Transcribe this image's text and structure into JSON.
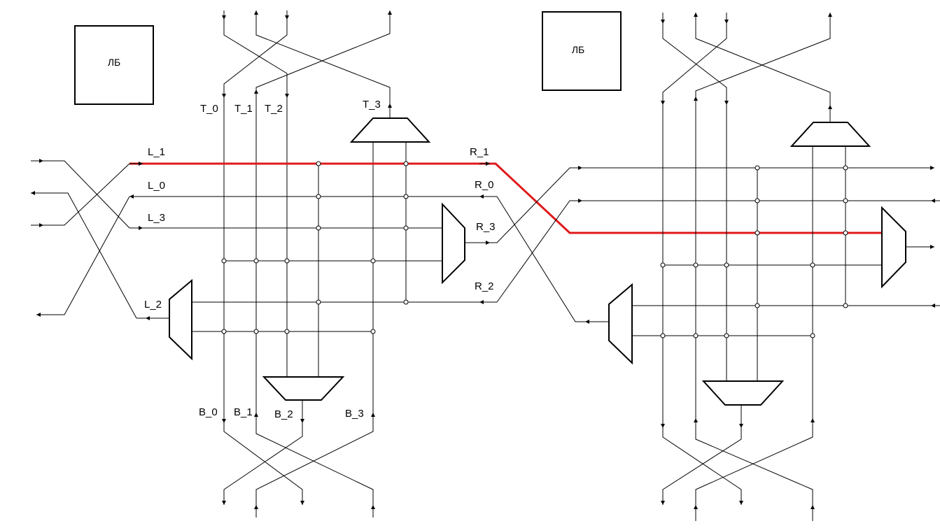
{
  "blocks": {
    "left_block_label": "ЛБ",
    "right_block_label": "ЛБ"
  },
  "ports": {
    "top": [
      "T_0",
      "T_1",
      "T_2",
      "T_3"
    ],
    "bottom": [
      "B_0",
      "B_1",
      "B_2",
      "B_3"
    ],
    "left": [
      "L_1",
      "L_0",
      "L_3",
      "L_2"
    ],
    "right": [
      "R_1",
      "R_0",
      "R_3",
      "R_2"
    ]
  },
  "colors": {
    "wire": "#000000",
    "highlighted_path": "#e0191b"
  }
}
